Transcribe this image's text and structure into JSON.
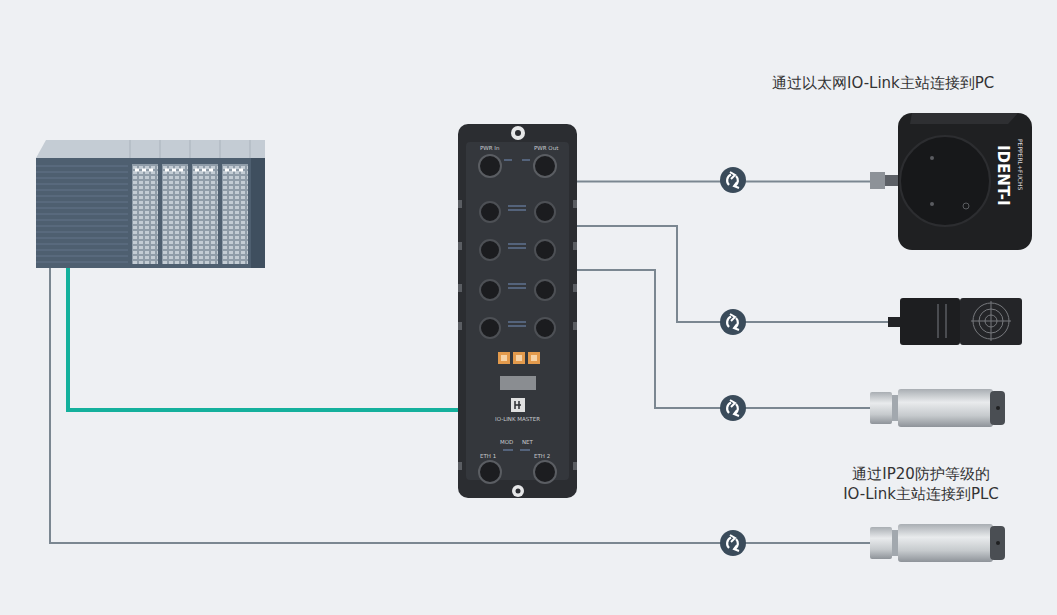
{
  "diagram": {
    "nodes": [
      {
        "text": [
          "PWR In",
          "PWR Out",
          "IO-LINK MASTER",
          "MOD",
          "NET",
          "ETH 1",
          "ETH 2"
        ]
      },
      {
        "text": [
          "通过以太网IO-Link主站连接到PC",
          "PEPPERL+FUCHS",
          "IDENT-I"
        ]
      },
      {
        "text": [
          "通过IP20防护等级的 IO-Link主站连接到PLC"
        ]
      }
    ],
    "edges": [
      {
        "from": 0,
        "to": 1,
        "arrow": "none"
      }
    ]
  }
}
